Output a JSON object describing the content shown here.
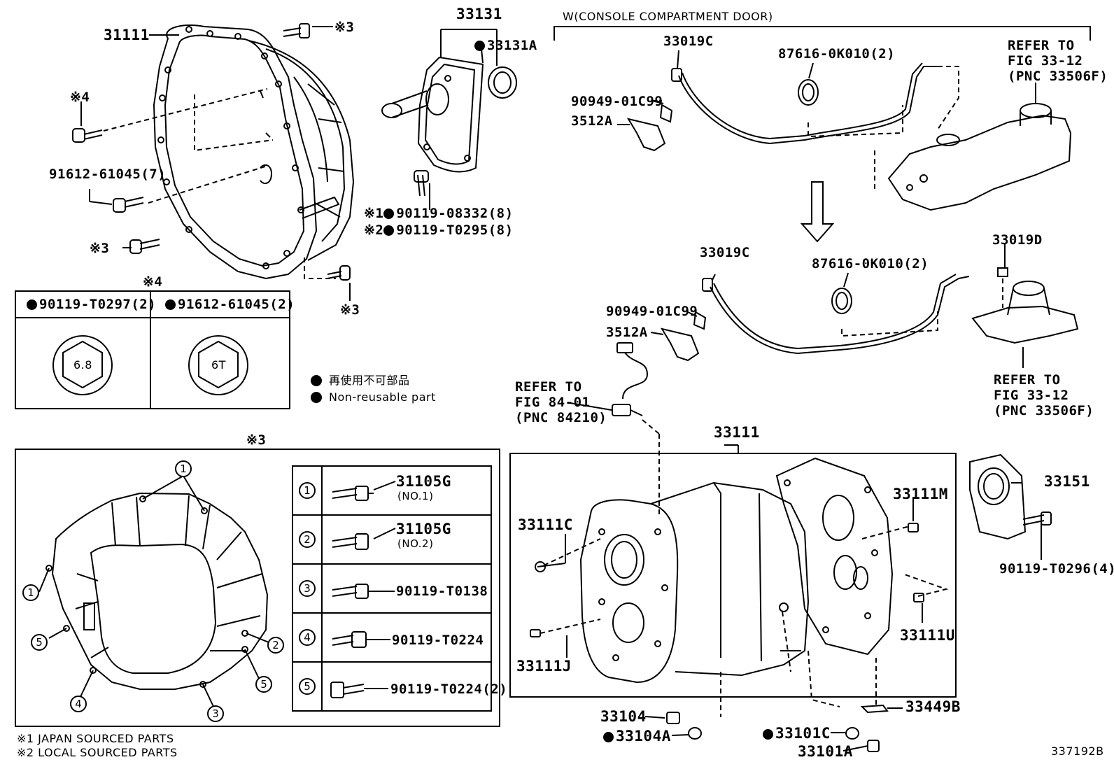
{
  "figure_id": "337192B",
  "header": {
    "console_door": "W(CONSOLE COMPARTMENT DOOR)"
  },
  "parts": {
    "p31111": "31111",
    "p33131": "33131",
    "p33131A": "33131A",
    "mark3_a": "※3",
    "mark3_b": "※3",
    "mark3_c": "※3",
    "mark4": "※4",
    "p91612_61045_7": "91612-61045(7)",
    "bolt_jp": "※1",
    "bolt_jp_part": "90119-08332(8)",
    "bolt_local": "※2",
    "bolt_local_part": "90119-T0295(8)",
    "p33019C_top": "33019C",
    "p87616_top": "87616-0K010(2)",
    "p90949_top": "90949-01C99",
    "p3512A_top": "3512A",
    "refer_top_1": "REFER TO",
    "refer_top_2": "FIG 33-12",
    "refer_top_3": "(PNC 33506F)",
    "p33019C_mid": "33019C",
    "p87616_mid": "87616-0K010(2)",
    "p33019D": "33019D",
    "p90949_mid": "90949-01C99",
    "p3512A_mid": "3512A",
    "refer_sensor_1": "REFER TO",
    "refer_sensor_2": "FIG 84-01",
    "refer_sensor_3": "(PNC 84210)",
    "refer_mid_1": "REFER TO",
    "refer_mid_2": "FIG 33-12",
    "refer_mid_3": "(PNC 33506F)",
    "p33111_case": "33111",
    "p33151": "33151",
    "p90119_T0296": "90119-T0296(4)",
    "p33111C": "33111C",
    "p33111M": "33111M",
    "p33111J": "33111J",
    "p33111U": "33111U",
    "p33104": "33104",
    "p33104A": "33104A",
    "p33101C": "33101C",
    "p33101A": "33101A",
    "p33449B": "33449B"
  },
  "legend": {
    "jp": "再使用不可部品",
    "en": "Non-reusable part"
  },
  "detail4": {
    "title": "※4",
    "col1": "90119-T0297(2)",
    "col2": "91612-61045(2)",
    "head1": "6.8",
    "head2": "6T"
  },
  "detail3": {
    "title": "※3",
    "rows": [
      {
        "num": "1",
        "part": "31105G",
        "sub": "(NO.1)"
      },
      {
        "num": "2",
        "part": "31105G",
        "sub": "(NO.2)"
      },
      {
        "num": "3",
        "part": "90119-T0138",
        "sub": ""
      },
      {
        "num": "4",
        "part": "90119-T0224",
        "sub": ""
      },
      {
        "num": "5",
        "part": "90119-T0224(2)",
        "sub": ""
      }
    ],
    "callouts": [
      "1",
      "1",
      "2",
      "5",
      "5",
      "4",
      "3"
    ]
  },
  "footnotes": {
    "n1": "※1 JAPAN SOURCED PARTS",
    "n2": "※2 LOCAL SOURCED PARTS"
  }
}
